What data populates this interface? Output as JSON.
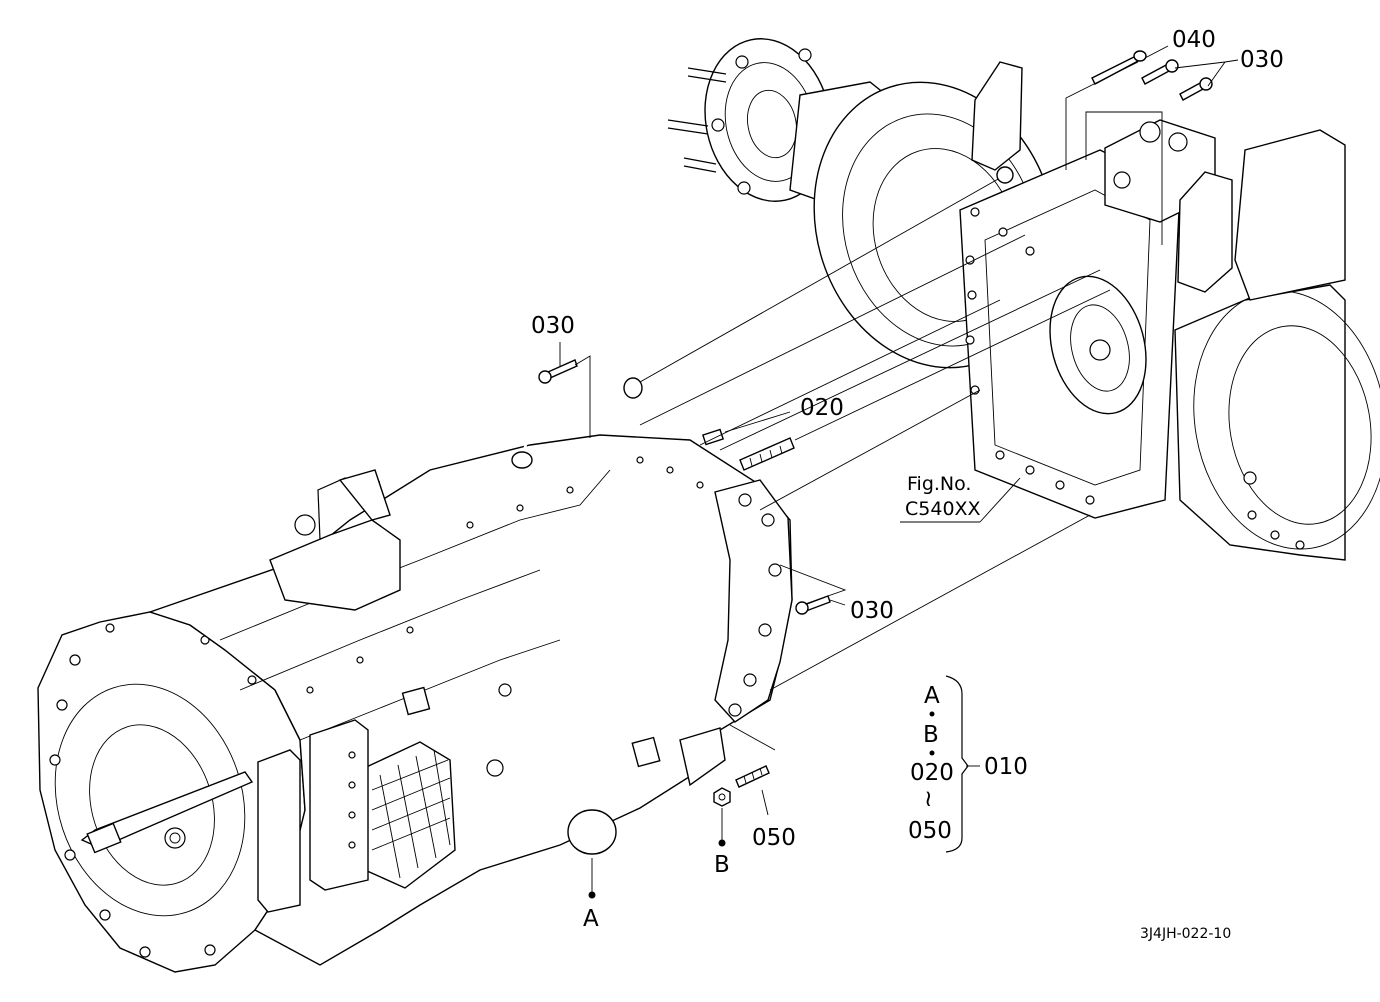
{
  "diagram": {
    "callouts": {
      "bolt_040": "040",
      "bolt_030_top": "030",
      "bolt_030_upper_left": "030",
      "pin_020": "020",
      "bolt_030_right": "030",
      "stud_050": "050"
    },
    "fig_reference": {
      "line1": "Fig.No.",
      "line2": "C540XX"
    },
    "point_labels": {
      "a": "A",
      "b": "B"
    },
    "assembly_legend": {
      "item_a": "A",
      "item_b": "B",
      "item_020": "020",
      "range_symbol": "≀",
      "item_050": "050",
      "assembly_code": "010"
    },
    "drawing_code": "3J4JH-022-10"
  }
}
